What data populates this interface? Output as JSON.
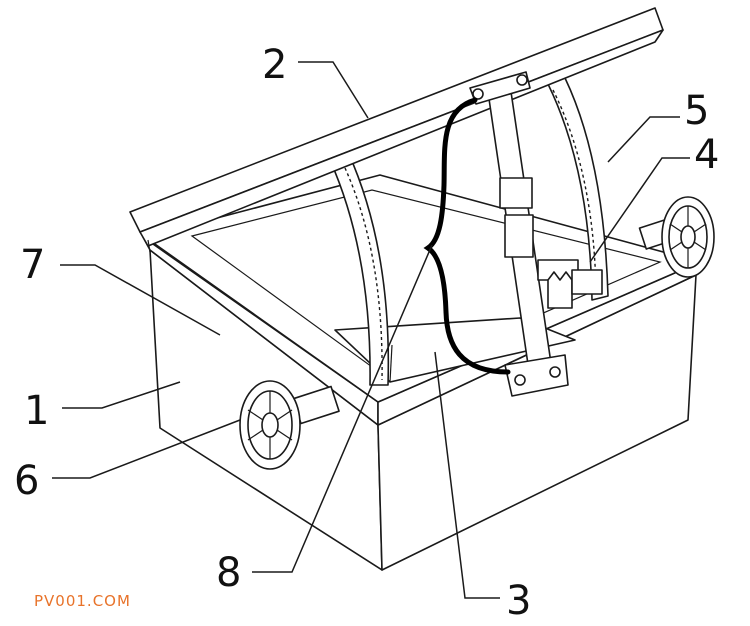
{
  "labels": [
    "1",
    "2",
    "3",
    "4",
    "5",
    "6",
    "7",
    "8"
  ],
  "watermark": "PV001.COM",
  "colors": {
    "line": "#1a1a1a",
    "watermark": "#e8732a",
    "background": "#ffffff"
  }
}
